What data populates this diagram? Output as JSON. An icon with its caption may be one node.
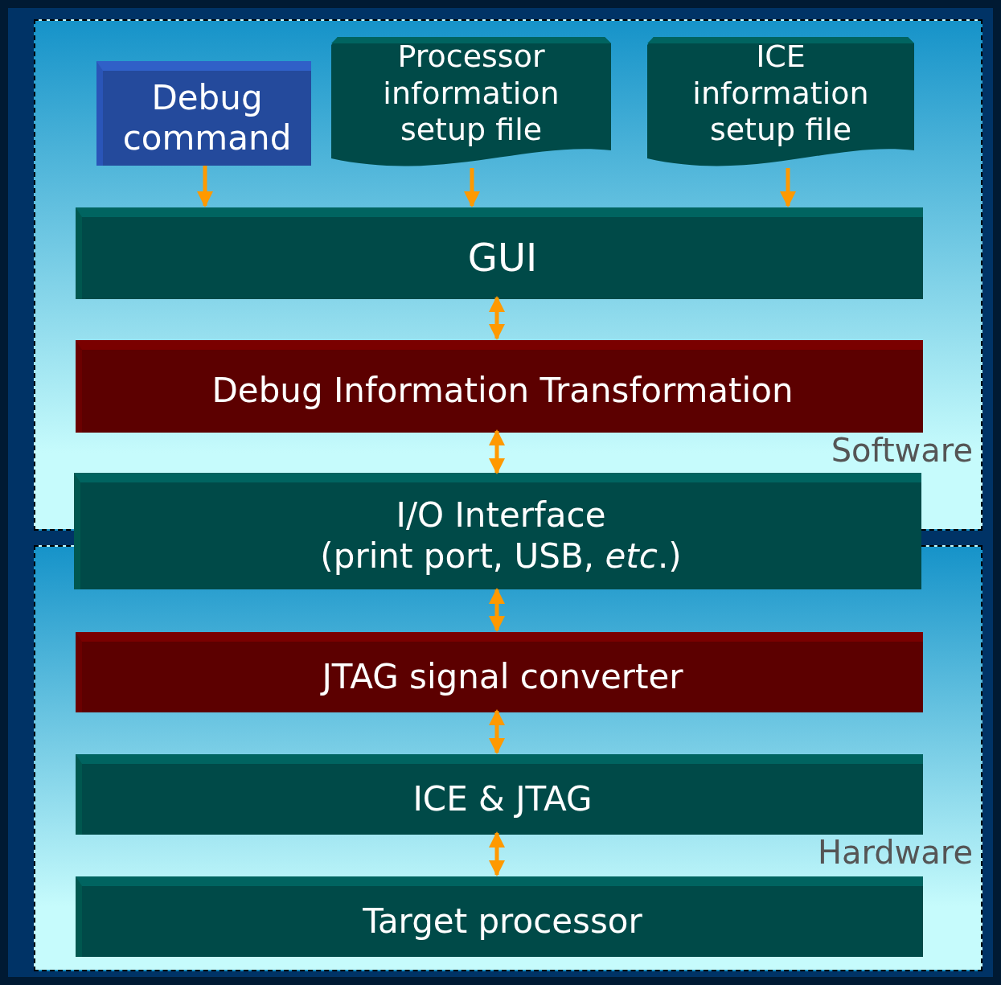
{
  "diagram": {
    "nodes": [
      {
        "text": [
          "Software"
        ]
      },
      {
        "text": [
          "Debug command"
        ],
        "in": 0
      },
      {
        "text": [
          "Processor information setup file"
        ],
        "in": 0
      },
      {
        "text": [
          "ICE information setup file"
        ],
        "in": 0
      },
      {
        "text": [
          "GUI"
        ],
        "in": 0
      },
      {
        "text": [
          "Debug Information Transformation"
        ],
        "in": 0
      },
      {
        "text": [
          "I/O Interface",
          "(print port, USB, *etc*.)"
        ]
      },
      {
        "text": [
          "Hardware"
        ]
      },
      {
        "text": [
          "JTAG signal converter"
        ],
        "in": 7
      },
      {
        "text": [
          "ICE & JTAG"
        ],
        "in": 7
      },
      {
        "text": [
          "Target processor"
        ],
        "in": 7
      }
    ],
    "edges": [
      {
        "from": 1,
        "to": 4,
        "arrow": "to"
      },
      {
        "from": 2,
        "to": 4,
        "arrow": "to"
      },
      {
        "from": 3,
        "to": 4,
        "arrow": "to"
      },
      {
        "from": 4,
        "to": 5,
        "arrow": "both"
      },
      {
        "from": 5,
        "to": 6,
        "arrow": "both"
      },
      {
        "from": 6,
        "to": 8,
        "arrow": "both"
      },
      {
        "from": 8,
        "to": 9,
        "arrow": "both"
      },
      {
        "from": 9,
        "to": 10,
        "arrow": "both"
      }
    ]
  }
}
